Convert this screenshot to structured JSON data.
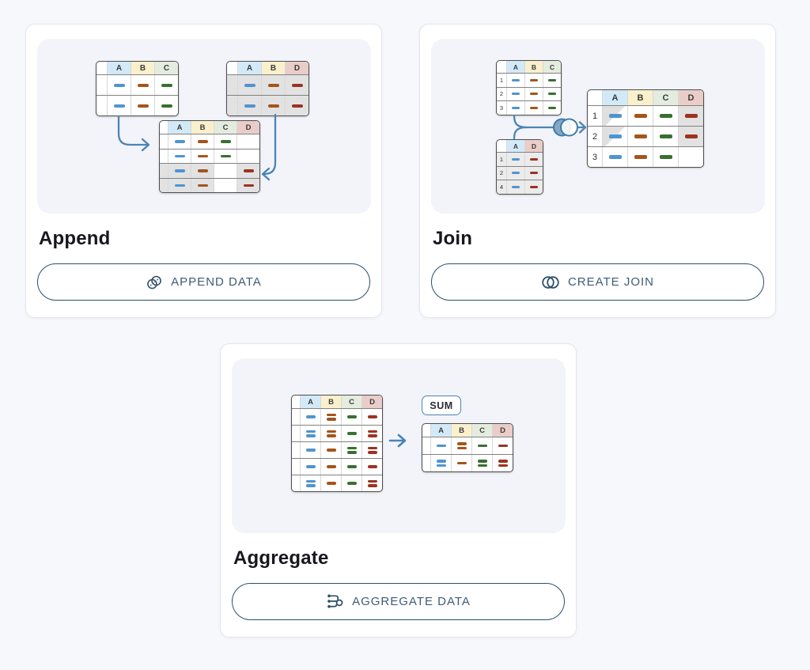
{
  "colors": {
    "page_bg": "#f7f8fb",
    "card_bg": "#ffffff",
    "panel_bg": "#f2f4fa",
    "title_color": "#17171f",
    "accent": "#2d5068",
    "button_text": "#3d5c7a",
    "arrow": "#4b84b5",
    "tint_a": "#d2eaf8",
    "tint_b": "#faf0cc",
    "tint_c": "#e4ecdf",
    "tint_d": "#eacdc8",
    "dash_blue": "#4e95cf",
    "dash_brown": "#a4551a",
    "dash_green": "#38702f",
    "dash_red": "#9c3222",
    "row_gray": "#e2e2e2",
    "row_lightgray": "#ebebeb"
  },
  "cards": {
    "append": {
      "title": "Append",
      "button": {
        "label": "APPEND DATA",
        "icon": "link-icon"
      },
      "tables": {
        "source_left": {
          "columns": [
            {
              "label": "A",
              "tint": "a"
            },
            {
              "label": "B",
              "tint": "b"
            },
            {
              "label": "C",
              "tint": "c"
            }
          ],
          "rows": [
            {
              "label": "",
              "cells": [
                {
                  "color": "blue"
                },
                {
                  "color": "brown"
                },
                {
                  "color": "green"
                }
              ]
            },
            {
              "label": "",
              "cells": [
                {
                  "color": "blue"
                },
                {
                  "color": "brown"
                },
                {
                  "color": "green"
                }
              ]
            }
          ]
        },
        "source_right": {
          "columns": [
            {
              "label": "A",
              "tint": "a"
            },
            {
              "label": "B",
              "tint": "b"
            },
            {
              "label": "D",
              "tint": "d"
            }
          ],
          "rows": [
            {
              "label": "",
              "bg": "gray",
              "cells": [
                {
                  "color": "blue"
                },
                {
                  "color": "brown"
                },
                {
                  "color": "red"
                }
              ]
            },
            {
              "label": "",
              "bg": "gray",
              "cells": [
                {
                  "color": "blue"
                },
                {
                  "color": "brown"
                },
                {
                  "color": "red"
                }
              ]
            }
          ]
        },
        "result": {
          "columns": [
            {
              "label": "A",
              "tint": "a"
            },
            {
              "label": "B",
              "tint": "b"
            },
            {
              "label": "C",
              "tint": "c"
            },
            {
              "label": "D",
              "tint": "d"
            }
          ],
          "rows": [
            {
              "label": "",
              "cells": [
                {
                  "color": "blue"
                },
                {
                  "color": "brown"
                },
                {
                  "color": "green"
                },
                null
              ]
            },
            {
              "label": "",
              "cells": [
                {
                  "color": "blue"
                },
                {
                  "color": "brown"
                },
                {
                  "color": "green"
                },
                null
              ]
            },
            {
              "label": "",
              "bg": "gray",
              "cells": [
                {
                  "color": "blue"
                },
                {
                  "color": "brown"
                },
                {
                  "bg": "white"
                },
                {
                  "color": "red"
                }
              ]
            },
            {
              "label": "",
              "bg": "gray",
              "cells": [
                {
                  "color": "blue"
                },
                {
                  "color": "brown"
                },
                {
                  "bg": "white"
                },
                {
                  "color": "red"
                }
              ]
            }
          ]
        }
      }
    },
    "join": {
      "title": "Join",
      "button": {
        "label": "CREATE JOIN",
        "icon": "venn-icon"
      },
      "tables": {
        "source_top": {
          "columns": [
            {
              "label": "A",
              "tint": "a"
            },
            {
              "label": "B",
              "tint": "b"
            },
            {
              "label": "C",
              "tint": "c"
            }
          ],
          "rows": [
            {
              "label": "1",
              "cells": [
                {
                  "color": "blue"
                },
                {
                  "color": "brown"
                },
                {
                  "color": "green"
                }
              ]
            },
            {
              "label": "2",
              "cells": [
                {
                  "color": "blue"
                },
                {
                  "color": "brown"
                },
                {
                  "color": "green"
                }
              ]
            },
            {
              "label": "3",
              "cells": [
                {
                  "color": "blue"
                },
                {
                  "color": "brown"
                },
                {
                  "color": "green"
                }
              ]
            }
          ]
        },
        "source_bottom": {
          "columns": [
            {
              "label": "A",
              "tint": "a"
            },
            {
              "label": "D",
              "tint": "d"
            }
          ],
          "rows": [
            {
              "label": "1",
              "bg": "lgray",
              "cells": [
                {
                  "color": "blue"
                },
                {
                  "color": "red"
                }
              ]
            },
            {
              "label": "2",
              "bg": "lgray",
              "cells": [
                {
                  "color": "blue"
                },
                {
                  "color": "red"
                }
              ]
            },
            {
              "label": "4",
              "bg": "lgray",
              "cells": [
                {
                  "color": "blue"
                },
                {
                  "color": "red"
                }
              ]
            }
          ]
        },
        "result": {
          "columns": [
            {
              "label": "A",
              "tint": "a"
            },
            {
              "label": "B",
              "tint": "b"
            },
            {
              "label": "C",
              "tint": "c"
            },
            {
              "label": "D",
              "tint": "d"
            }
          ],
          "rows": [
            {
              "label": "1",
              "cells": [
                {
                  "color": "blue",
                  "bg": "diag"
                },
                {
                  "color": "brown"
                },
                {
                  "color": "green"
                },
                {
                  "color": "red",
                  "bg": "gray"
                }
              ]
            },
            {
              "label": "2",
              "cells": [
                {
                  "color": "blue",
                  "bg": "diag"
                },
                {
                  "color": "brown"
                },
                {
                  "color": "green"
                },
                {
                  "color": "red",
                  "bg": "gray"
                }
              ]
            },
            {
              "label": "3",
              "cells": [
                {
                  "color": "blue"
                },
                {
                  "color": "brown"
                },
                {
                  "color": "green"
                },
                null
              ]
            }
          ]
        }
      }
    },
    "aggregate": {
      "title": "Aggregate",
      "button": {
        "label": "AGGREGATE DATA",
        "icon": "aggregate-icon"
      },
      "sum_label": "SUM",
      "tables": {
        "source": {
          "columns": [
            {
              "label": "A",
              "tint": "a"
            },
            {
              "label": "B",
              "tint": "b"
            },
            {
              "label": "C",
              "tint": "c"
            },
            {
              "label": "D",
              "tint": "d"
            }
          ],
          "rows": [
            {
              "label": "",
              "cells": [
                {
                  "color": "blue",
                  "lines": 1
                },
                {
                  "color": "brown",
                  "lines": 2
                },
                {
                  "color": "green",
                  "lines": 1
                },
                {
                  "color": "red",
                  "lines": 1
                }
              ]
            },
            {
              "label": "",
              "cells": [
                {
                  "color": "blue",
                  "lines": 2
                },
                {
                  "color": "brown",
                  "lines": 2
                },
                {
                  "color": "green",
                  "lines": 1
                },
                {
                  "color": "red",
                  "lines": 2
                }
              ]
            },
            {
              "label": "",
              "cells": [
                {
                  "color": "blue",
                  "lines": 1
                },
                {
                  "color": "brown",
                  "lines": 1
                },
                {
                  "color": "green",
                  "lines": 2
                },
                {
                  "color": "red",
                  "lines": 2
                }
              ]
            },
            {
              "label": "",
              "cells": [
                {
                  "color": "blue",
                  "lines": 1
                },
                {
                  "color": "brown",
                  "lines": 1
                },
                {
                  "color": "green",
                  "lines": 1
                },
                {
                  "color": "red",
                  "lines": 1
                }
              ]
            },
            {
              "label": "",
              "cells": [
                {
                  "color": "blue",
                  "lines": 2
                },
                {
                  "color": "brown",
                  "lines": 1
                },
                {
                  "color": "green",
                  "lines": 1
                },
                {
                  "color": "red",
                  "lines": 2
                }
              ]
            }
          ]
        },
        "result": {
          "columns": [
            {
              "label": "A",
              "tint": "a"
            },
            {
              "label": "B",
              "tint": "b"
            },
            {
              "label": "C",
              "tint": "c"
            },
            {
              "label": "D",
              "tint": "d"
            }
          ],
          "rows": [
            {
              "label": "",
              "cells": [
                {
                  "color": "blue",
                  "lines": 1
                },
                {
                  "color": "brown",
                  "lines": 2
                },
                {
                  "color": "green",
                  "lines": 1
                },
                {
                  "color": "red",
                  "lines": 1
                }
              ]
            },
            {
              "label": "",
              "cells": [
                {
                  "color": "blue",
                  "lines": 2
                },
                {
                  "color": "brown",
                  "lines": 1
                },
                {
                  "color": "green",
                  "lines": 2
                },
                {
                  "color": "red",
                  "lines": 2
                }
              ]
            }
          ]
        }
      }
    }
  }
}
